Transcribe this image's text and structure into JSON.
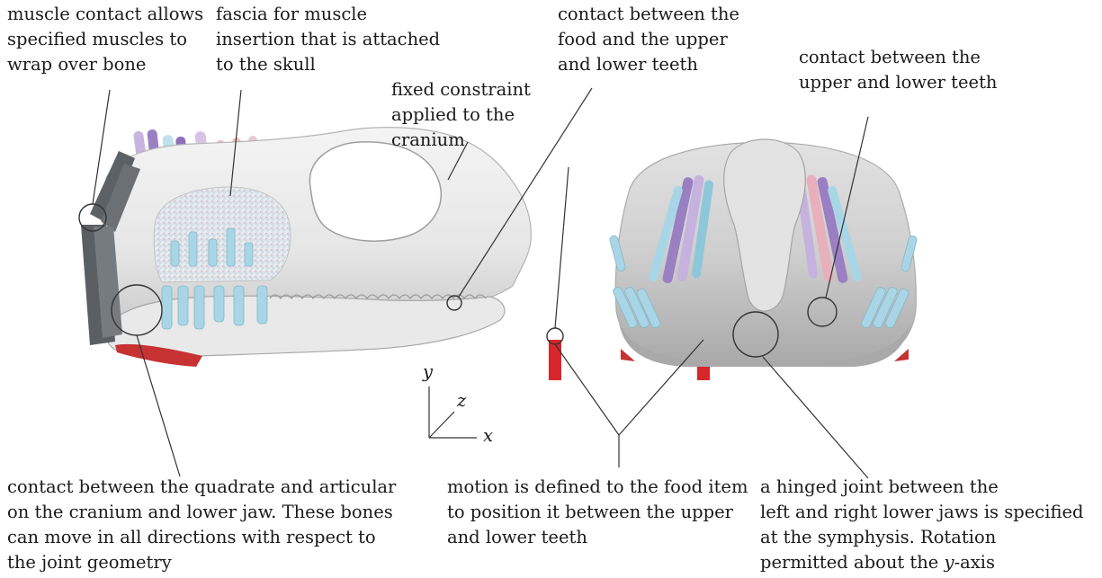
{
  "annotations": {
    "muscle_contact": [
      "muscle contact allows",
      "specified muscles to",
      "wrap over bone"
    ],
    "fascia": [
      "fascia for muscle",
      "insertion that is attached",
      "to the skull"
    ],
    "fixed_constraint": [
      "fixed constraint",
      "applied to the",
      "cranium"
    ],
    "food_teeth_contact": [
      "contact between the",
      "food and the upper",
      "and lower teeth"
    ],
    "teeth_contact": [
      "contact between the",
      "upper and lower teeth"
    ],
    "quadrate_articular": [
      "contact between the quadrate and articular",
      "on the cranium and lower jaw. These bones",
      "can move in all directions with respect to",
      "the joint geometry"
    ],
    "food_motion": [
      "motion is defined to the food item",
      "to position it between the upper",
      "and lower teeth"
    ],
    "hinged_joint": [
      "a hinged joint between the",
      "left and right lower jaws is specified",
      "at the symphysis. Rotation",
      "permitted about the"
    ],
    "hinged_joint_axis": "y",
    "hinged_joint_axis_suffix": "-axis"
  },
  "axes": {
    "y": "y",
    "z": "z",
    "x": "x"
  },
  "colors": {
    "bone": "#efefef",
    "bone_shade": "#bdbdbd",
    "muscle_blue": "#a9d6e6",
    "muscle_purple": "#9a7fc2",
    "muscle_pink": "#e8b0bd",
    "muscle_grey": "#5c6166",
    "food_red": "#d9262b",
    "jaw_red": "#c73232"
  }
}
